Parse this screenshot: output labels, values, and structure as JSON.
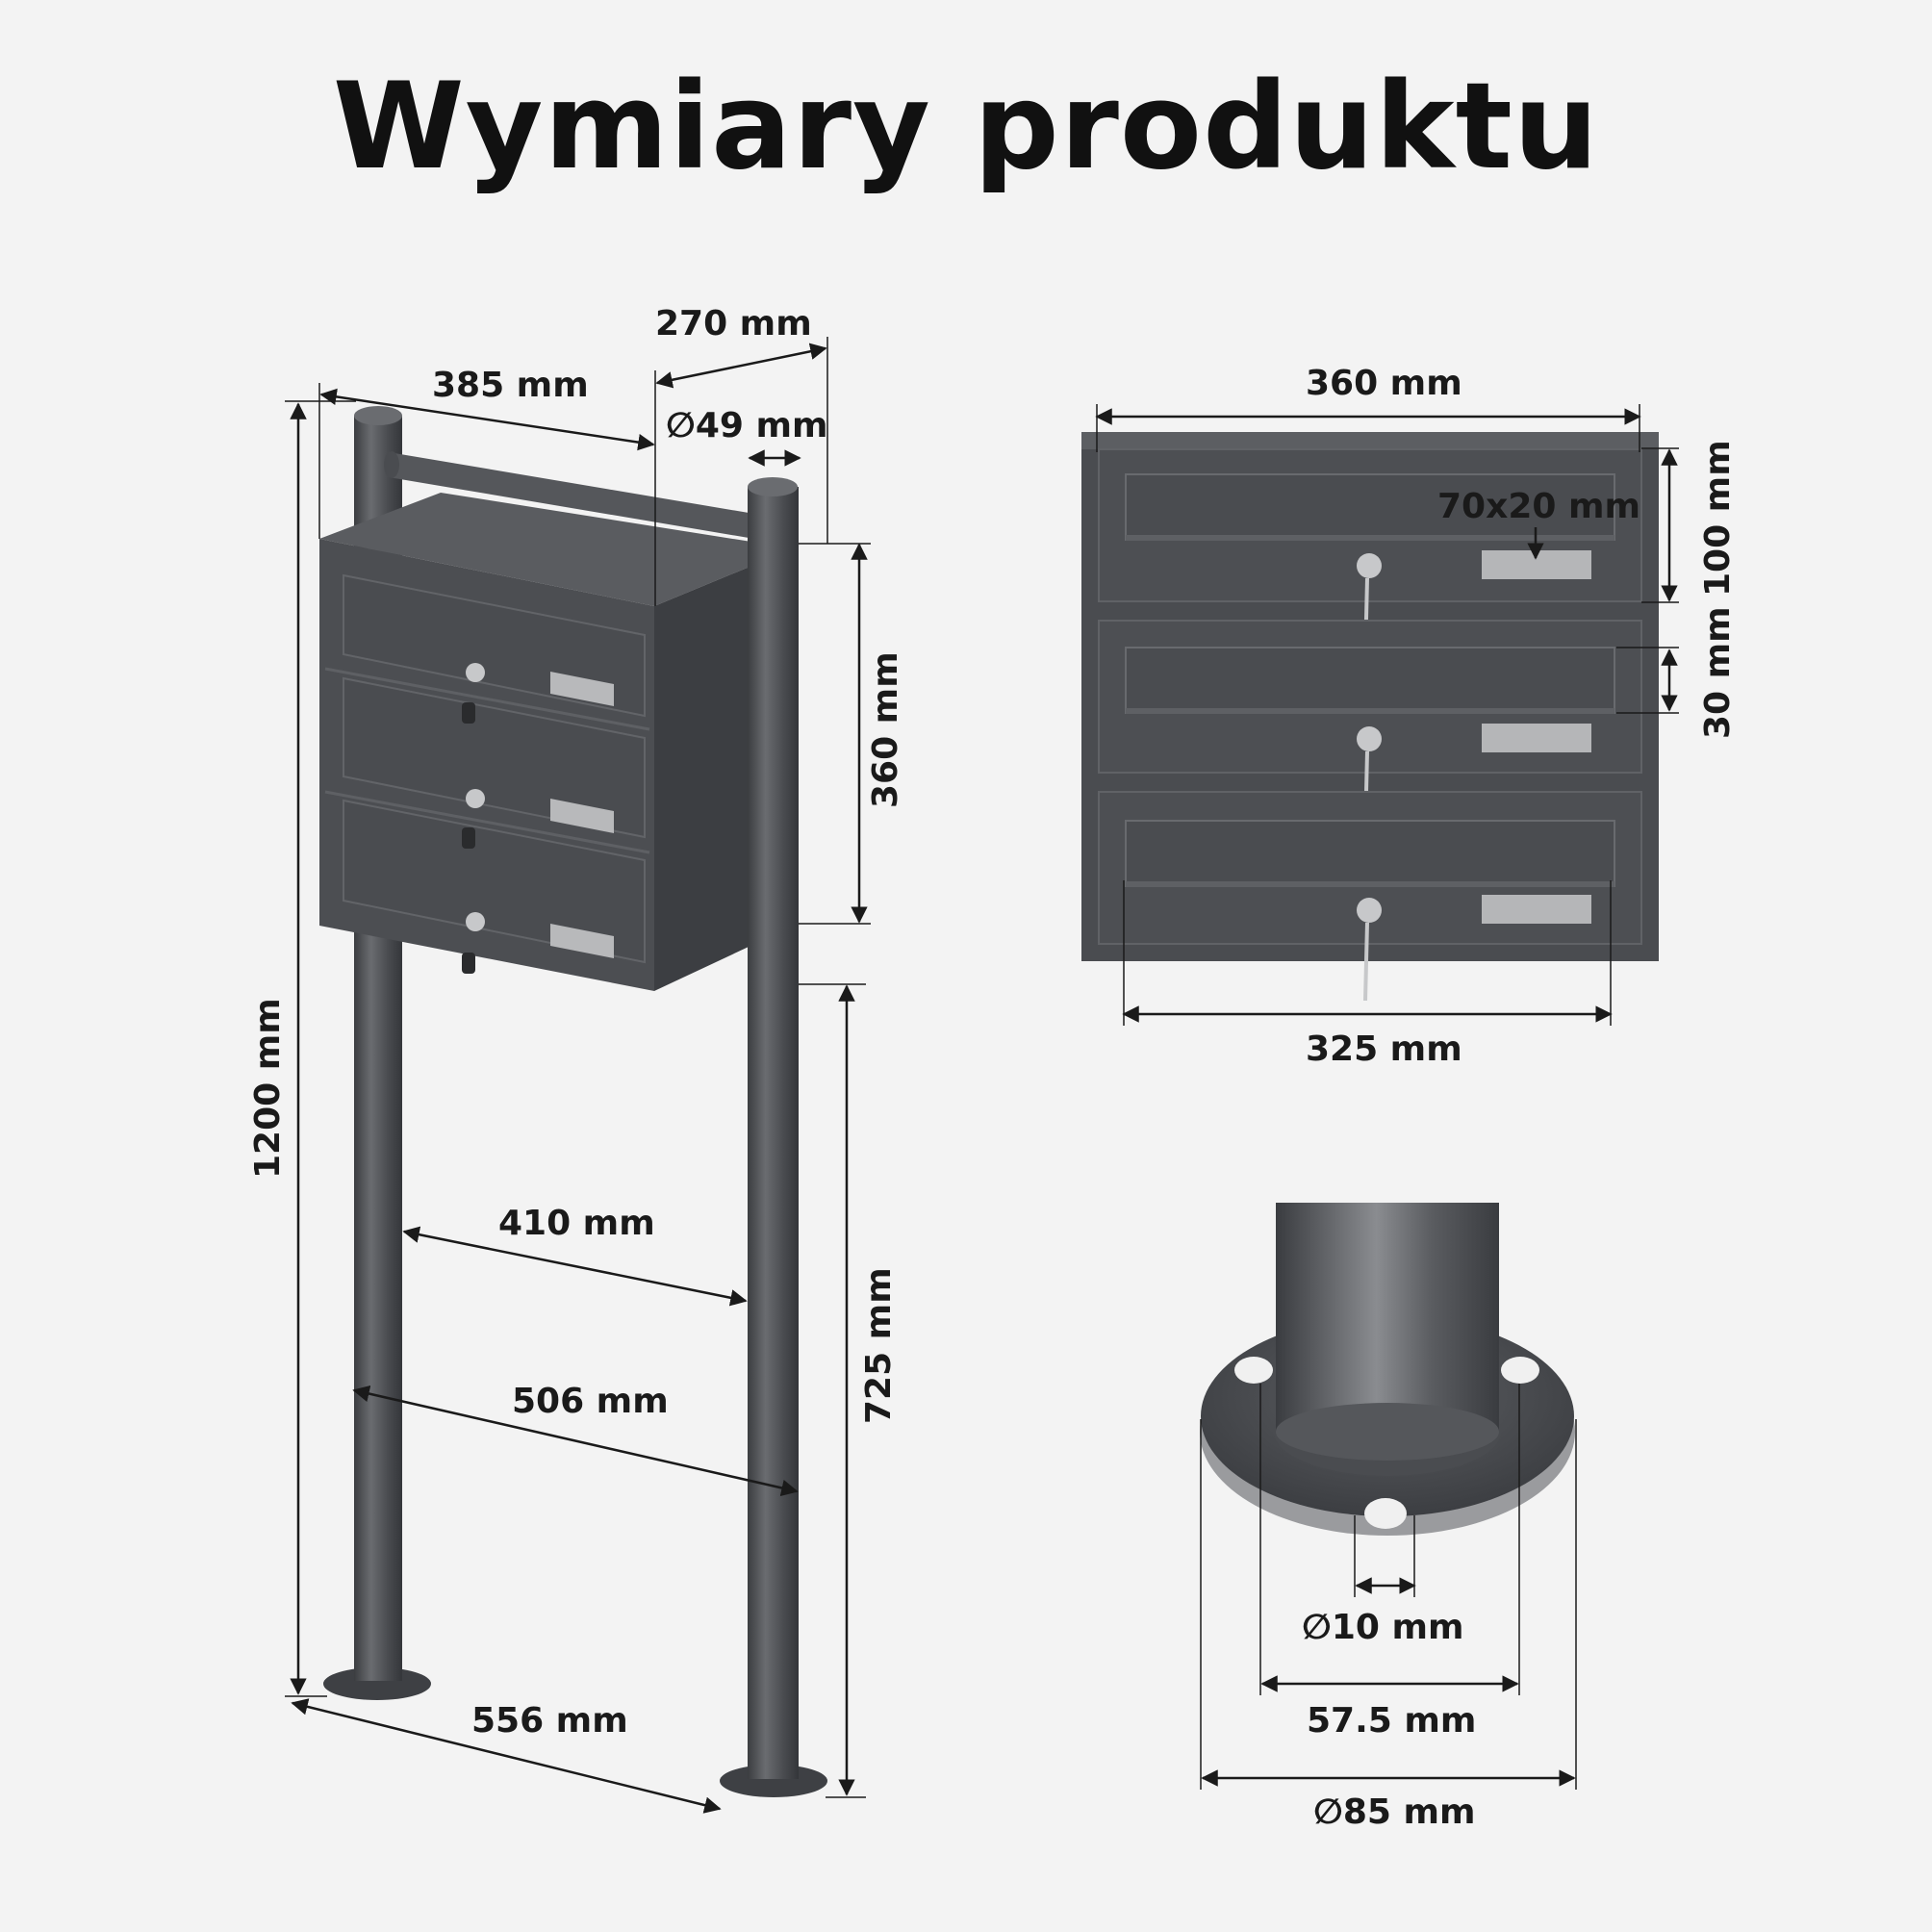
{
  "title": "Wymiary produktu",
  "colors": {
    "body": "#4c4e52",
    "body_dark": "#3d3f42",
    "body_light": "#5c5e62",
    "post": "#505256",
    "name_plate": "#b8b9bb",
    "background": "#f3f3f3"
  },
  "dimensions": {
    "width_385": "385 mm",
    "depth_270": "270 mm",
    "post_diameter": "∅49 mm",
    "height_1200": "1200 mm",
    "box_height_360": "360 mm",
    "post_gap_410": "410 mm",
    "post_span_506": "506 mm",
    "clearance_725": "725 mm",
    "base_556": "556 mm",
    "front_width_360": "360 mm",
    "slot_70x20": "70x20 mm",
    "compartment_100": "100 mm",
    "slot_30": "30 mm",
    "front_inner_325": "325 mm",
    "hole_10": "∅10 mm",
    "hole_spacing_57_5": "57.5 mm",
    "base_plate_85": "∅85 mm"
  }
}
